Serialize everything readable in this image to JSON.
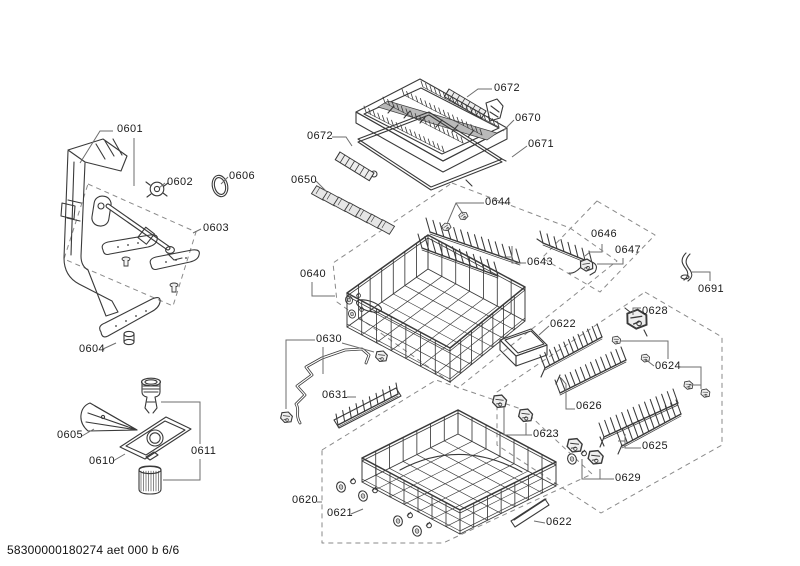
{
  "diagram": {
    "footer": "58300000180274 aet 000 b 6/6",
    "labels": {
      "p0601": "0601",
      "p0602": "0602",
      "p0603": "0603",
      "p0604": "0604",
      "p0605": "0605",
      "p0606": "0606",
      "p0610": "0610",
      "p0611": "0611",
      "p0620": "0620",
      "p0621": "0621",
      "p0622": "0622",
      "p0623": "0623",
      "p0624": "0624",
      "p0625": "0625",
      "p0626": "0626",
      "p0628": "0628",
      "p0629": "0629",
      "p0630": "0630",
      "p0631": "0631",
      "p0640": "0640",
      "p0643": "0643",
      "p0644": "0644",
      "p0646": "0646",
      "p0647": "0647",
      "p0650": "0650",
      "p0670": "0670",
      "p0671": "0671",
      "p0672": "0672",
      "p0691": "0691"
    }
  }
}
